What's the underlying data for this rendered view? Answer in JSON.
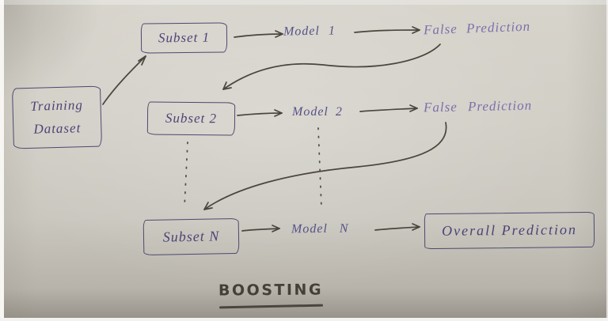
{
  "diagram": {
    "training": {
      "line1": "Training",
      "line2": "Dataset"
    },
    "rows": [
      {
        "subset": "Subset 1",
        "model": "Model 1",
        "result": "False Prediction"
      },
      {
        "subset": "Subset 2",
        "model": "Model 2",
        "result": "False Prediction"
      },
      {
        "subset": "Subset N",
        "model": "Model N",
        "result": "Overall Prediction"
      }
    ],
    "caption": "BOOSTING"
  },
  "colors": {
    "ink_box_text": "#4c4476",
    "ink_purple_text": "#7b70ab",
    "ink_arrows": "#4a453d",
    "ink_caption": "#443f37",
    "paper": "#cfccc4"
  }
}
